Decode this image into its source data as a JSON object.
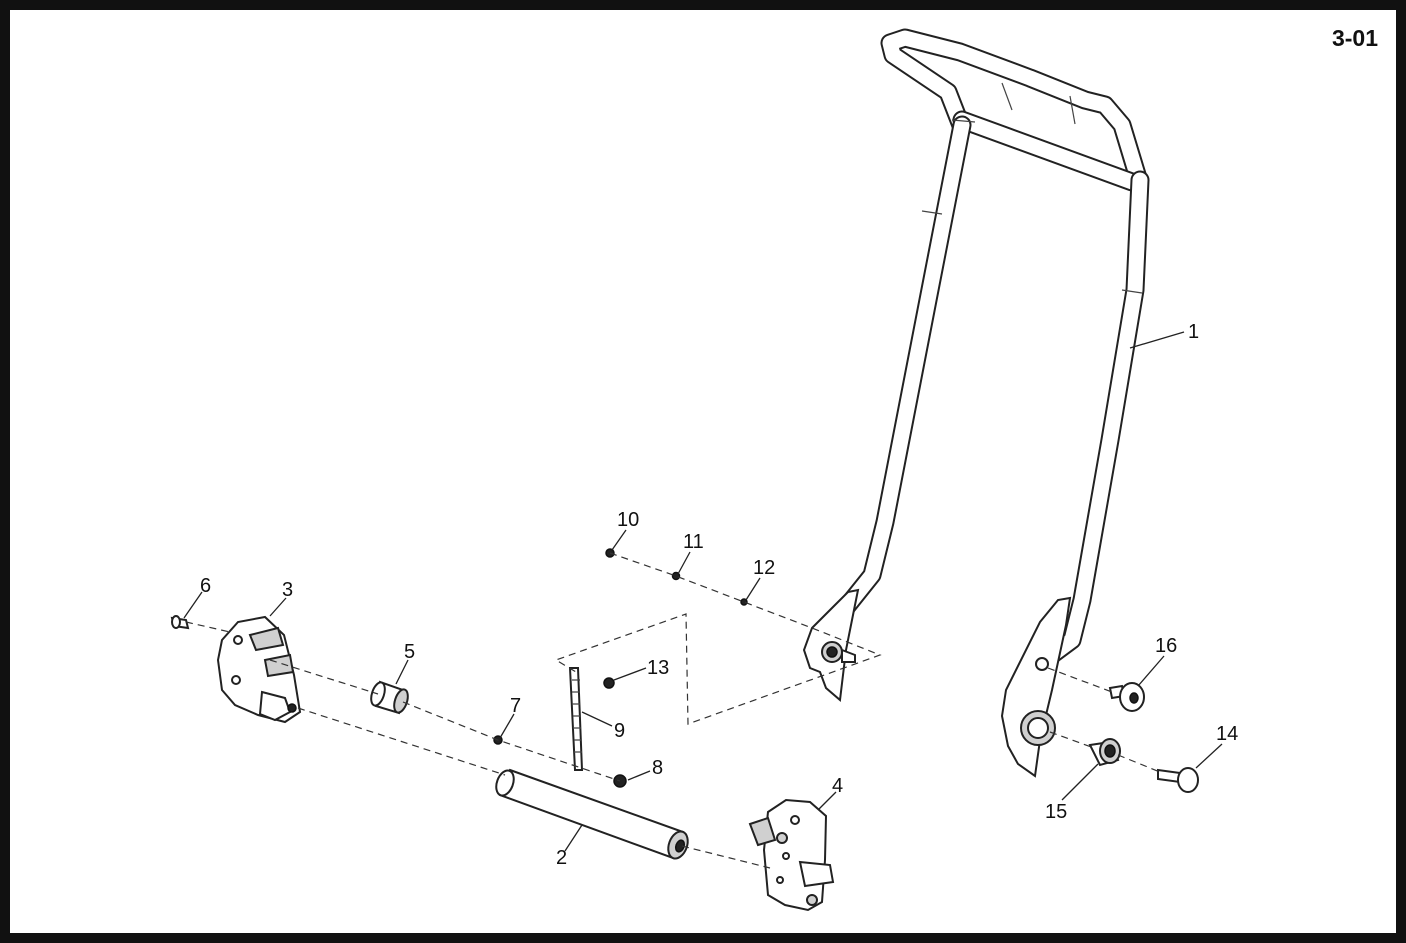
{
  "sheet_id": "3-01",
  "callouts": [
    {
      "id": "1",
      "text": "1"
    },
    {
      "id": "2",
      "text": "2"
    },
    {
      "id": "3",
      "text": "3"
    },
    {
      "id": "4",
      "text": "4"
    },
    {
      "id": "5",
      "text": "5"
    },
    {
      "id": "6",
      "text": "6"
    },
    {
      "id": "7",
      "text": "7"
    },
    {
      "id": "8",
      "text": "8"
    },
    {
      "id": "9",
      "text": "9"
    },
    {
      "id": "10",
      "text": "10"
    },
    {
      "id": "11",
      "text": "11"
    },
    {
      "id": "12",
      "text": "12"
    },
    {
      "id": "13",
      "text": "13"
    },
    {
      "id": "14",
      "text": "14"
    },
    {
      "id": "15",
      "text": "15"
    },
    {
      "id": "16",
      "text": "16"
    }
  ]
}
